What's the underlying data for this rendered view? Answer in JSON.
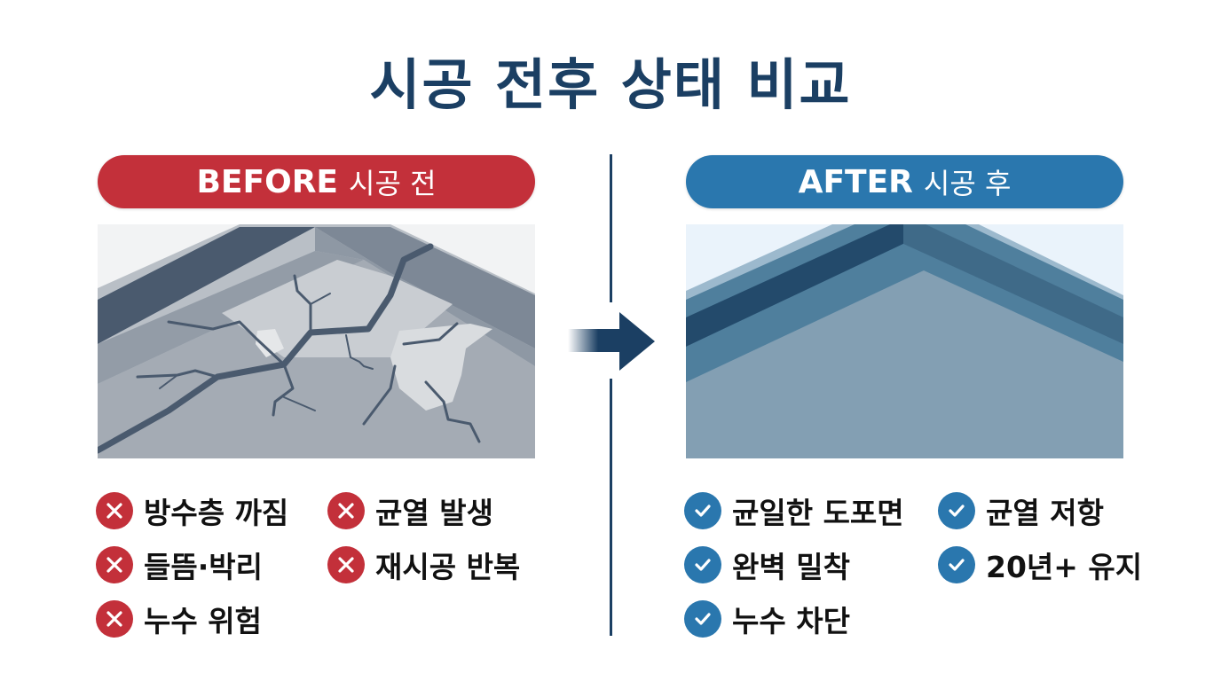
{
  "title": "시공 전후 상태 비교",
  "colors": {
    "title": "#1b3f63",
    "before_accent": "#c3303a",
    "after_accent": "#2a77ae",
    "divider": "#1b3f63"
  },
  "before": {
    "label_en": "BEFORE",
    "label_ko": "시공 전",
    "image_desc": "cracked-roof-illustration",
    "icon": "x-circle-icon",
    "items": [
      "방수층 까짐",
      "균열 발생",
      "들뜸·박리",
      "재시공 반복",
      "누수 위험"
    ]
  },
  "after": {
    "label_en": "AFTER",
    "label_ko": "시공 후",
    "image_desc": "coated-roof-illustration",
    "icon": "check-circle-icon",
    "items": [
      "균일한 도포면",
      "균열 저항",
      "완벽 밀착",
      "20년+ 유지",
      "누수 차단"
    ]
  },
  "arrow": "arrow-right-icon"
}
